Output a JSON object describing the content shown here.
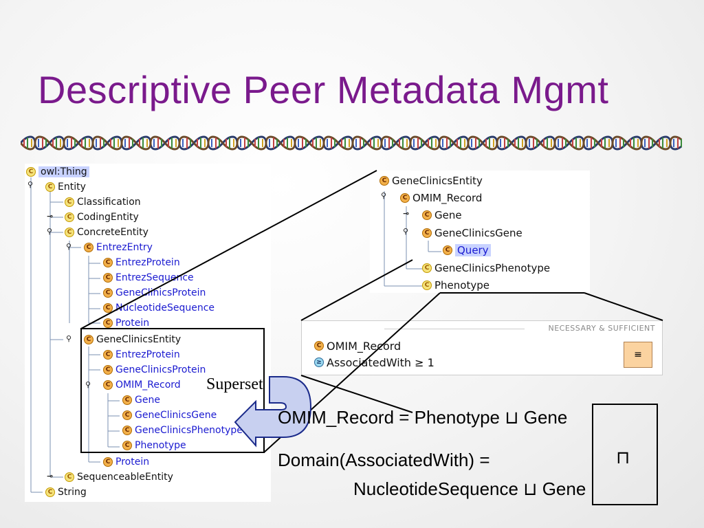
{
  "slide": {
    "title": "Descriptive Peer Metadata Mgmt"
  },
  "left_tree": {
    "rows": [
      {
        "label": "owl:Thing"
      },
      {
        "label": "Entity"
      },
      {
        "label": "Classification"
      },
      {
        "label": "CodingEntity"
      },
      {
        "label": "ConcreteEntity"
      },
      {
        "label": "EntrezEntry"
      },
      {
        "label": "EntrezProtein"
      },
      {
        "label": "EntrezSequence"
      },
      {
        "label": "GeneClinicsProtein"
      },
      {
        "label": "NucleotideSequence"
      },
      {
        "label": "Protein"
      },
      {
        "label": "GeneClinicsEntity"
      },
      {
        "label": "EntrezProtein"
      },
      {
        "label": "GeneClinicsProtein"
      },
      {
        "label": "OMIM_Record"
      },
      {
        "label": "Gene"
      },
      {
        "label": "GeneClinicsGene"
      },
      {
        "label": "GeneClinicsPhenotype"
      },
      {
        "label": "Phenotype"
      },
      {
        "label": "Protein"
      },
      {
        "label": "SequenceableEntity"
      },
      {
        "label": "String"
      }
    ]
  },
  "right_tree": {
    "rows": [
      {
        "label": "GeneClinicsEntity"
      },
      {
        "label": "OMIM_Record"
      },
      {
        "label": "Gene"
      },
      {
        "label": "GeneClinicsGene"
      },
      {
        "label": "Query"
      },
      {
        "label": "GeneClinicsPhenotype"
      },
      {
        "label": "Phenotype"
      }
    ]
  },
  "ns_panel": {
    "header": "NECESSARY & SUFFICIENT",
    "rows": [
      {
        "label": "OMIM_Record"
      },
      {
        "label": "AssociatedWith ≥ 1"
      }
    ],
    "equiv_button": "≡"
  },
  "icons": {
    "class": "C",
    "restriction": "≥"
  },
  "annotations": {
    "superset": "Superset",
    "line1": "OMIM_Record = Phenotype ⊔ Gene",
    "line2": "Domain(AssociatedWith) =",
    "line3": "NucleotideSequence ⊔ Gene",
    "intersect": "⊓"
  },
  "colors": {
    "title": "#7a1a8c",
    "link": "#1a1ad0",
    "class_icon": "#f5e27a",
    "class_icon_dark": "#f2b04a"
  }
}
